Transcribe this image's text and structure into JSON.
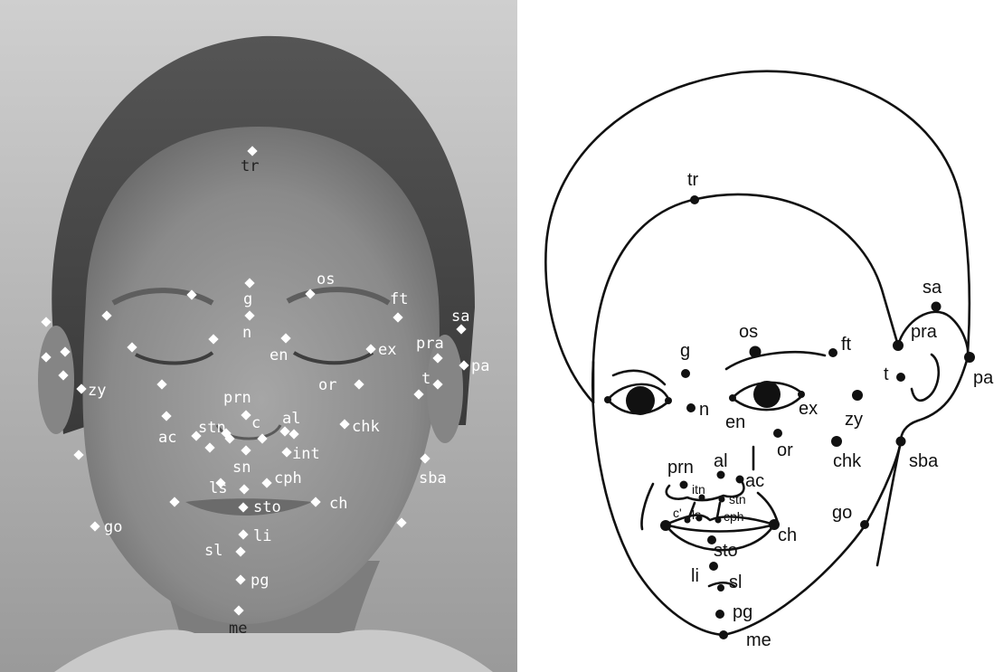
{
  "photo_panel": {
    "landmarks": [
      "tr",
      "g",
      "os",
      "ft",
      "sa",
      "n",
      "pra",
      "en",
      "ex",
      "pa",
      "zy",
      "or",
      "t",
      "prn",
      "chk",
      "stn",
      "c",
      "al",
      "ac",
      "int",
      "sba",
      "sn",
      "cph",
      "ls",
      "sto",
      "ch",
      "go",
      "li",
      "sl",
      "pg",
      "me"
    ]
  },
  "drawing_panel": {
    "landmarks": [
      "tr",
      "sa",
      "os",
      "pra",
      "ft",
      "g",
      "t",
      "pa",
      "n",
      "ex",
      "en",
      "zy",
      "or",
      "chk",
      "sba",
      "prn",
      "al",
      "ac",
      "itn",
      "stn",
      "c'",
      "ls",
      "cph",
      "go",
      "ch",
      "sto",
      "li",
      "sl",
      "pg",
      "me"
    ]
  },
  "colors": {
    "photo_marker": "#ffffff",
    "drawing_marker": "#111111"
  }
}
